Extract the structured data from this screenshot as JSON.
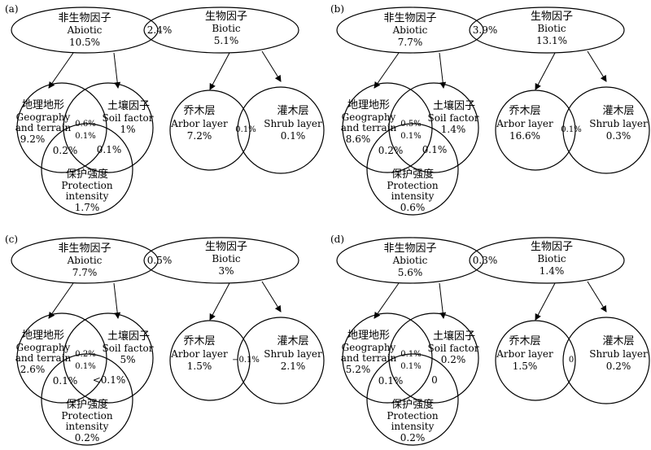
{
  "panels": [
    {
      "label": "(a)",
      "abiotic": {
        "zh": "非生物因子",
        "en": "Abiotic",
        "value": "10.5%"
      },
      "overlap": "2.4%",
      "biotic": {
        "zh": "生物因子",
        "en": "Biotic",
        "value": "5.1%"
      },
      "geography": {
        "zh": "地理地形",
        "en1": "Geography",
        "en2": "and terrain",
        "value": "9.2%"
      },
      "soil": {
        "zh": "土壤因子",
        "en": "Soil factor",
        "value": "1%"
      },
      "protection": {
        "zh": "保护强度",
        "en1": "Protection",
        "en2": "intensity",
        "value": "1.7%"
      },
      "geo_soil": "0.6%",
      "center": "0.1%",
      "geo_prot": "0.2%",
      "soil_prot": "0.1%",
      "arbor": {
        "zh": "乔木层",
        "en": "Arbor layer",
        "value": "7.2%"
      },
      "shrub": {
        "zh": "灌木层",
        "en": "Shrub layer",
        "value": "0.1%"
      },
      "arbor_shrub": "0.1%"
    },
    {
      "label": "(b)",
      "abiotic": {
        "zh": "非生物因子",
        "en": "Abiotic",
        "value": "7.7%"
      },
      "overlap": "3.9%",
      "biotic": {
        "zh": "生物因子",
        "en": "Biotic",
        "value": "13.1%"
      },
      "geography": {
        "zh": "地理地形",
        "en1": "Geography",
        "en2": "and terrain",
        "value": "8.6%"
      },
      "soil": {
        "zh": "土壤因子",
        "en": "Soil factor",
        "value": "1.4%"
      },
      "protection": {
        "zh": "保护强度",
        "en1": "Protection",
        "en2": "intensity",
        "value": "0.6%"
      },
      "geo_soil": "0.5%",
      "center": "0.1%",
      "geo_prot": "0.2%",
      "soil_prot": "0.1%",
      "arbor": {
        "zh": "乔木层",
        "en": "Arbor layer",
        "value": "16.6%"
      },
      "shrub": {
        "zh": "灌木层",
        "en": "Shrub layer",
        "value": "0.3%"
      },
      "arbor_shrub": "0.1%"
    },
    {
      "label": "(c)",
      "abiotic": {
        "zh": "非生物因子",
        "en": "Abiotic",
        "value": "7.7%"
      },
      "overlap": "0.5%",
      "biotic": {
        "zh": "生物因子",
        "en": "Biotic",
        "value": "3%"
      },
      "geography": {
        "zh": "地理地形",
        "en1": "Geography",
        "en2": "and terrain",
        "value": "2.6%"
      },
      "soil": {
        "zh": "土壤因子",
        "en": "Soil factor",
        "value": "5%"
      },
      "protection": {
        "zh": "保护强度",
        "en1": "Protection",
        "en2": "intensity",
        "value": "0.2%"
      },
      "geo_soil": "0.2%",
      "center": "0.1%",
      "geo_prot": "0.1%",
      "soil_prot": "<0.1%",
      "arbor": {
        "zh": "乔木层",
        "en": "Arbor layer",
        "value": "1.5%"
      },
      "shrub": {
        "zh": "灌木层",
        "en": "Shrub layer",
        "value": "2.1%"
      },
      "arbor_shrub": "−0.1%"
    },
    {
      "label": "(d)",
      "abiotic": {
        "zh": "非生物因子",
        "en": "Abiotic",
        "value": "5.6%"
      },
      "overlap": "0.3%",
      "biotic": {
        "zh": "生物因子",
        "en": "Biotic",
        "value": "1.4%"
      },
      "geography": {
        "zh": "地理地形",
        "en1": "Geography",
        "en2": "and terrain",
        "value": "5.2%"
      },
      "soil": {
        "zh": "土壤因子",
        "en": "Soil factor",
        "value": "0.2%"
      },
      "protection": {
        "zh": "保护强度",
        "en1": "Protection",
        "en2": "intensity",
        "value": "0.2%"
      },
      "geo_soil": "0.1%",
      "center": "0.1%",
      "geo_prot": "0.1%",
      "soil_prot": "0",
      "arbor": {
        "zh": "乔木层",
        "en": "Arbor layer",
        "value": "1.5%"
      },
      "shrub": {
        "zh": "灌木层",
        "en": "Shrub layer",
        "value": "0.2%"
      },
      "arbor_shrub": "0"
    }
  ]
}
